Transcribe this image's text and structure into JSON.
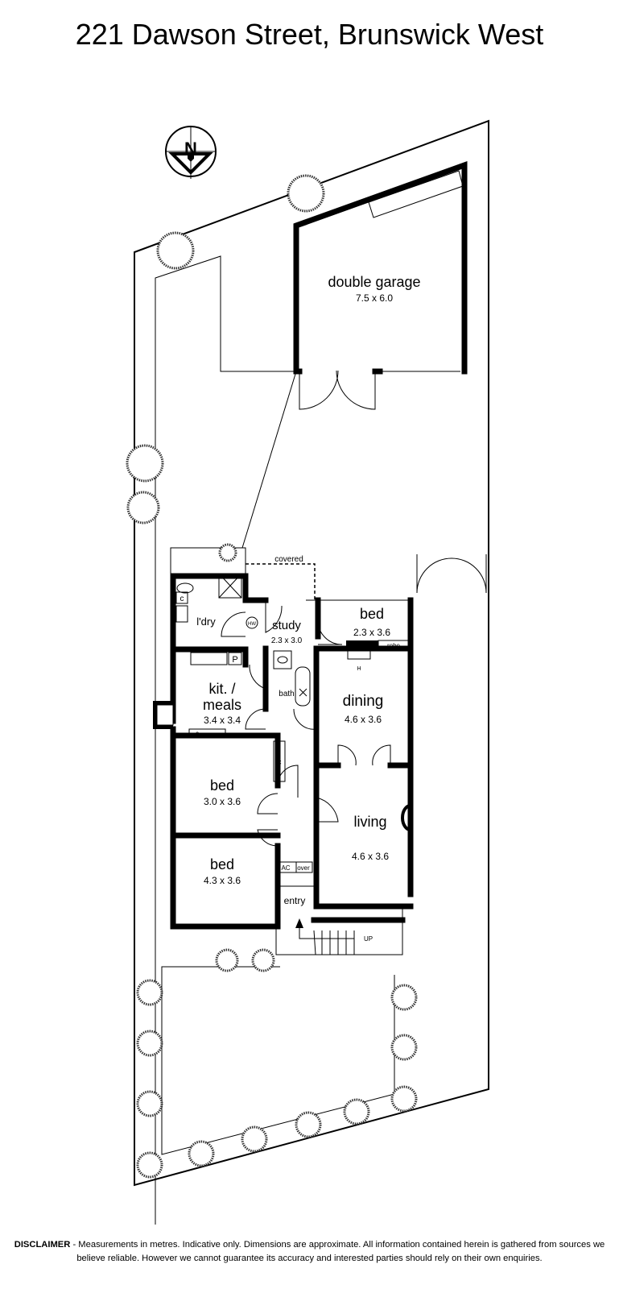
{
  "title": "221 Dawson Street, Brunswick West",
  "compass": {
    "label": "N"
  },
  "rooms": {
    "garage": {
      "name": "double garage",
      "size": "7.5 x 6.0"
    },
    "study": {
      "name": "study",
      "size": "2.3 x 3.0"
    },
    "bed_rear": {
      "name": "bed",
      "size": "2.3 x 3.6"
    },
    "kitchen_line1": "kit. /",
    "kitchen_line2": "meals",
    "kitchen_size": "3.4 x 3.4",
    "dining": {
      "name": "dining",
      "size": "4.6 x 3.6"
    },
    "bed_mid": {
      "name": "bed",
      "size": "3.0 x 3.6"
    },
    "living": {
      "name": "living",
      "size": "4.6 x 3.6"
    },
    "bed_front": {
      "name": "bed",
      "size": "4.3 x 3.6"
    },
    "laundry": "l'dry",
    "bath": "bath",
    "entry": "entry",
    "covered": "covered"
  },
  "fixtures": {
    "cupboard": "c",
    "pantry": "P",
    "hot_water": "HW",
    "robe": "robe",
    "heater": "H",
    "ac": "AC",
    "over": "over",
    "up": "UP"
  },
  "disclaimer": {
    "label": "DISCLAIMER",
    "text": " - Measurements in metres. Indicative only. Dimensions are approximate. All information contained herein is gathered from sources we believe reliable. However we cannot guarantee its accuracy and interested parties should rely on their own enquiries."
  }
}
